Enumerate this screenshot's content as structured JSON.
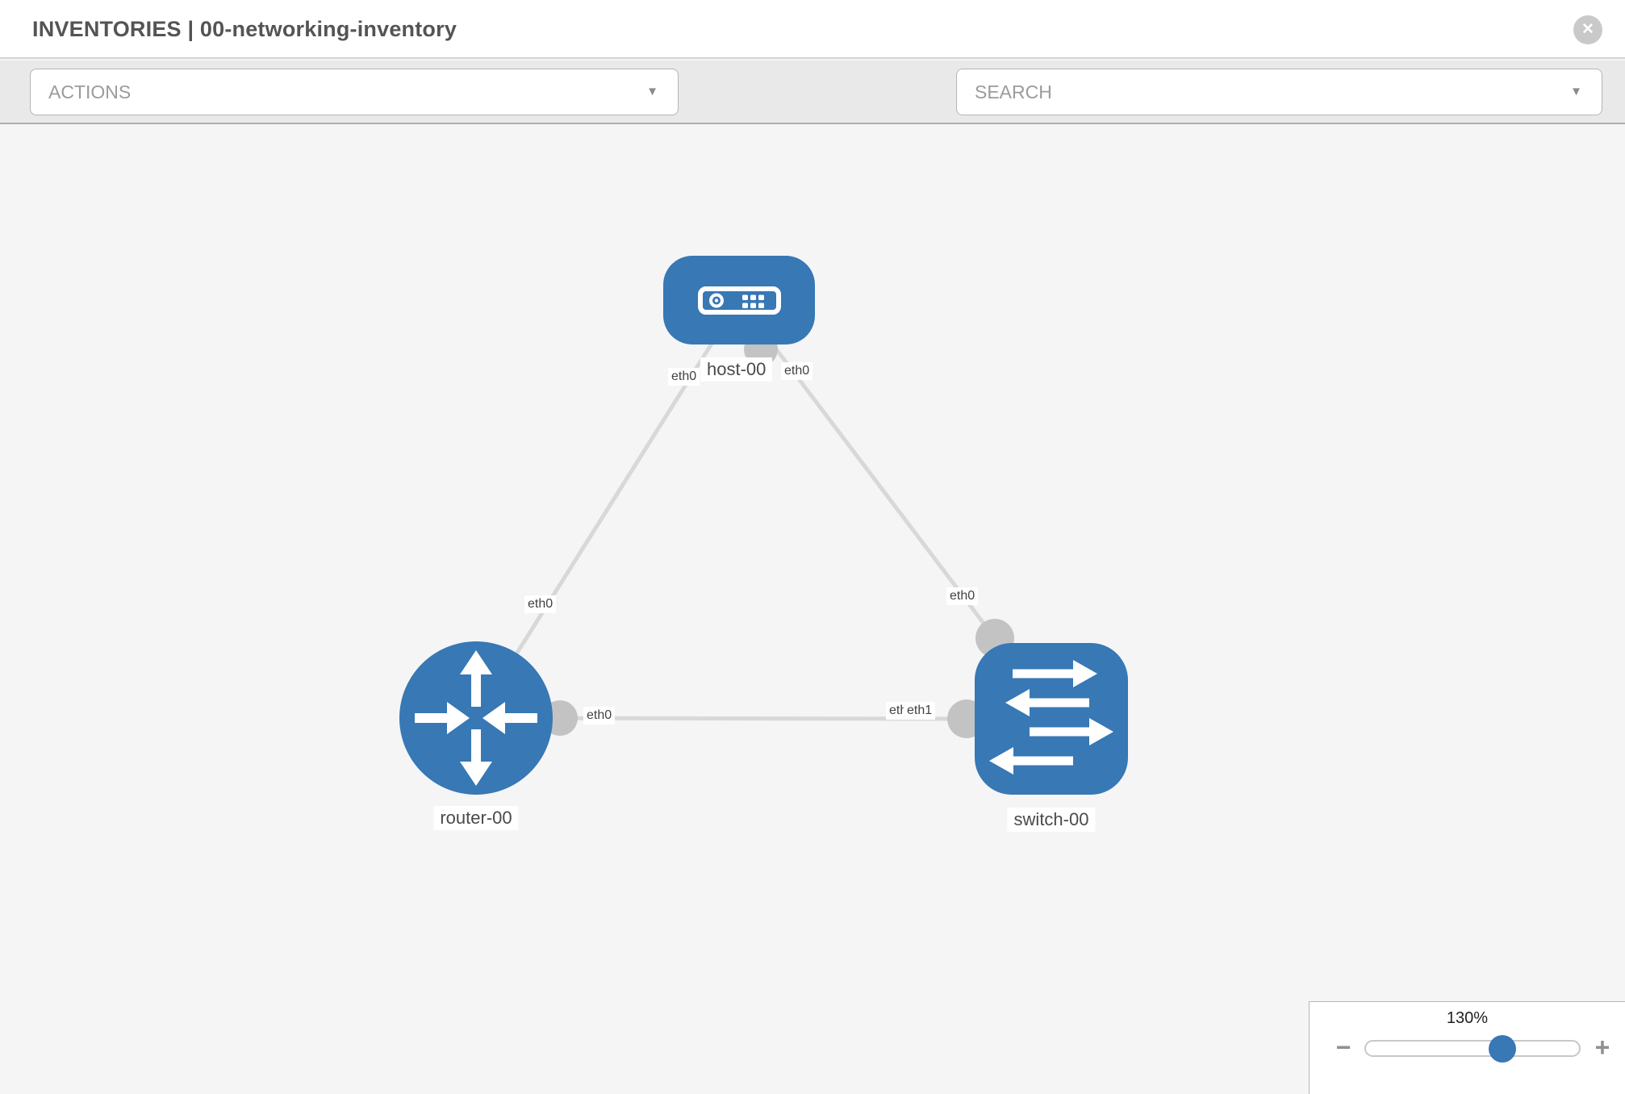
{
  "window": {
    "title": "INVENTORIES | 00-networking-inventory"
  },
  "icons": {
    "close": "✕",
    "caret": "▼",
    "wrench": "wrench-icon",
    "key": "key-icon"
  },
  "toolbar": {
    "actions_label": "ACTIONS",
    "search_placeholder": "SEARCH"
  },
  "topology": {
    "nodes": [
      {
        "name": "host-00",
        "type": "host"
      },
      {
        "name": "router-00",
        "type": "router"
      },
      {
        "name": "switch-00",
        "type": "switch"
      }
    ],
    "links": [
      {
        "source": "host-00",
        "source_interface": "eth0",
        "target": "router-00",
        "target_interface": "eth0"
      },
      {
        "source": "host-00",
        "source_interface": "eth0",
        "target": "switch-00",
        "target_interface": "eth0"
      },
      {
        "source": "router-00",
        "source_interface": "eth0",
        "target": "switch-00",
        "target_interface": "eth1"
      }
    ],
    "occluded_interface_label": "eth0"
  },
  "zoom_control": {
    "level": "130%",
    "minus_label": "−",
    "plus_label": "+",
    "slider_percent": 64
  },
  "colors": {
    "node_blue": "#3778b5",
    "link_gray": "#d8d8d8",
    "connector_gray": "#c3c3c3",
    "canvas_bg": "#f5f5f6",
    "toolbar_bg": "#e9e9e9"
  }
}
